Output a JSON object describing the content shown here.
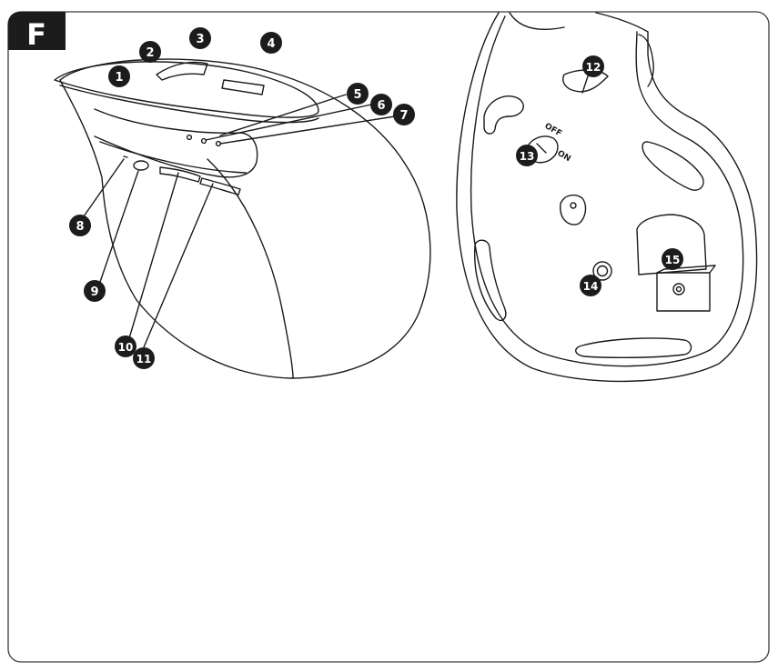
{
  "panel": {
    "letter": "F",
    "colors": {
      "ink": "#1a1a1a",
      "badge": "#1c1c1c",
      "frame": "#3a3a3a",
      "paper": "#ffffff"
    }
  },
  "side_view": {
    "callouts": [
      {
        "n": "1"
      },
      {
        "n": "2"
      },
      {
        "n": "3"
      },
      {
        "n": "4"
      },
      {
        "n": "5"
      },
      {
        "n": "6"
      },
      {
        "n": "7"
      },
      {
        "n": "8"
      },
      {
        "n": "9"
      },
      {
        "n": "10"
      },
      {
        "n": "11"
      }
    ]
  },
  "bottom_view": {
    "callouts": [
      {
        "n": "12"
      },
      {
        "n": "13"
      },
      {
        "n": "14"
      },
      {
        "n": "15"
      }
    ],
    "switch_labels": {
      "off": "OFF",
      "on": "ON"
    }
  }
}
